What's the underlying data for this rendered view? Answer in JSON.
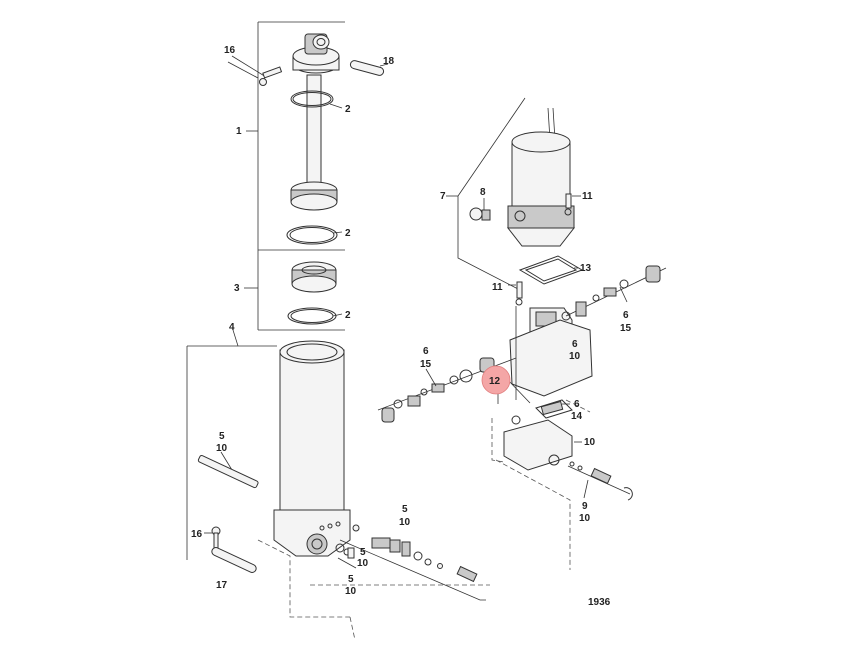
{
  "figure_number": "1936",
  "highlight_color": "#f4a6a6",
  "callouts": {
    "c16a": "16",
    "c18": "18",
    "c2a": "2",
    "c1": "1",
    "c2b": "2",
    "c3": "3",
    "c2c": "2",
    "c4": "4",
    "c5a": "5",
    "c10a": "10",
    "c16b": "16",
    "c17": "17",
    "c5b": "5",
    "c10b": "10",
    "c5c": "5",
    "c10c": "10",
    "c5d": "5",
    "c10d": "10",
    "c7": "7",
    "c8": "8",
    "c11a": "11",
    "c13": "13",
    "c11b": "11",
    "c6a": "6",
    "c15a": "15",
    "c6b": "6",
    "c15b": "15",
    "c6c": "6",
    "c10e": "10",
    "c12": "12",
    "c6d": "6",
    "c14": "14",
    "c10f": "10",
    "c9": "9",
    "c10g": "10"
  }
}
